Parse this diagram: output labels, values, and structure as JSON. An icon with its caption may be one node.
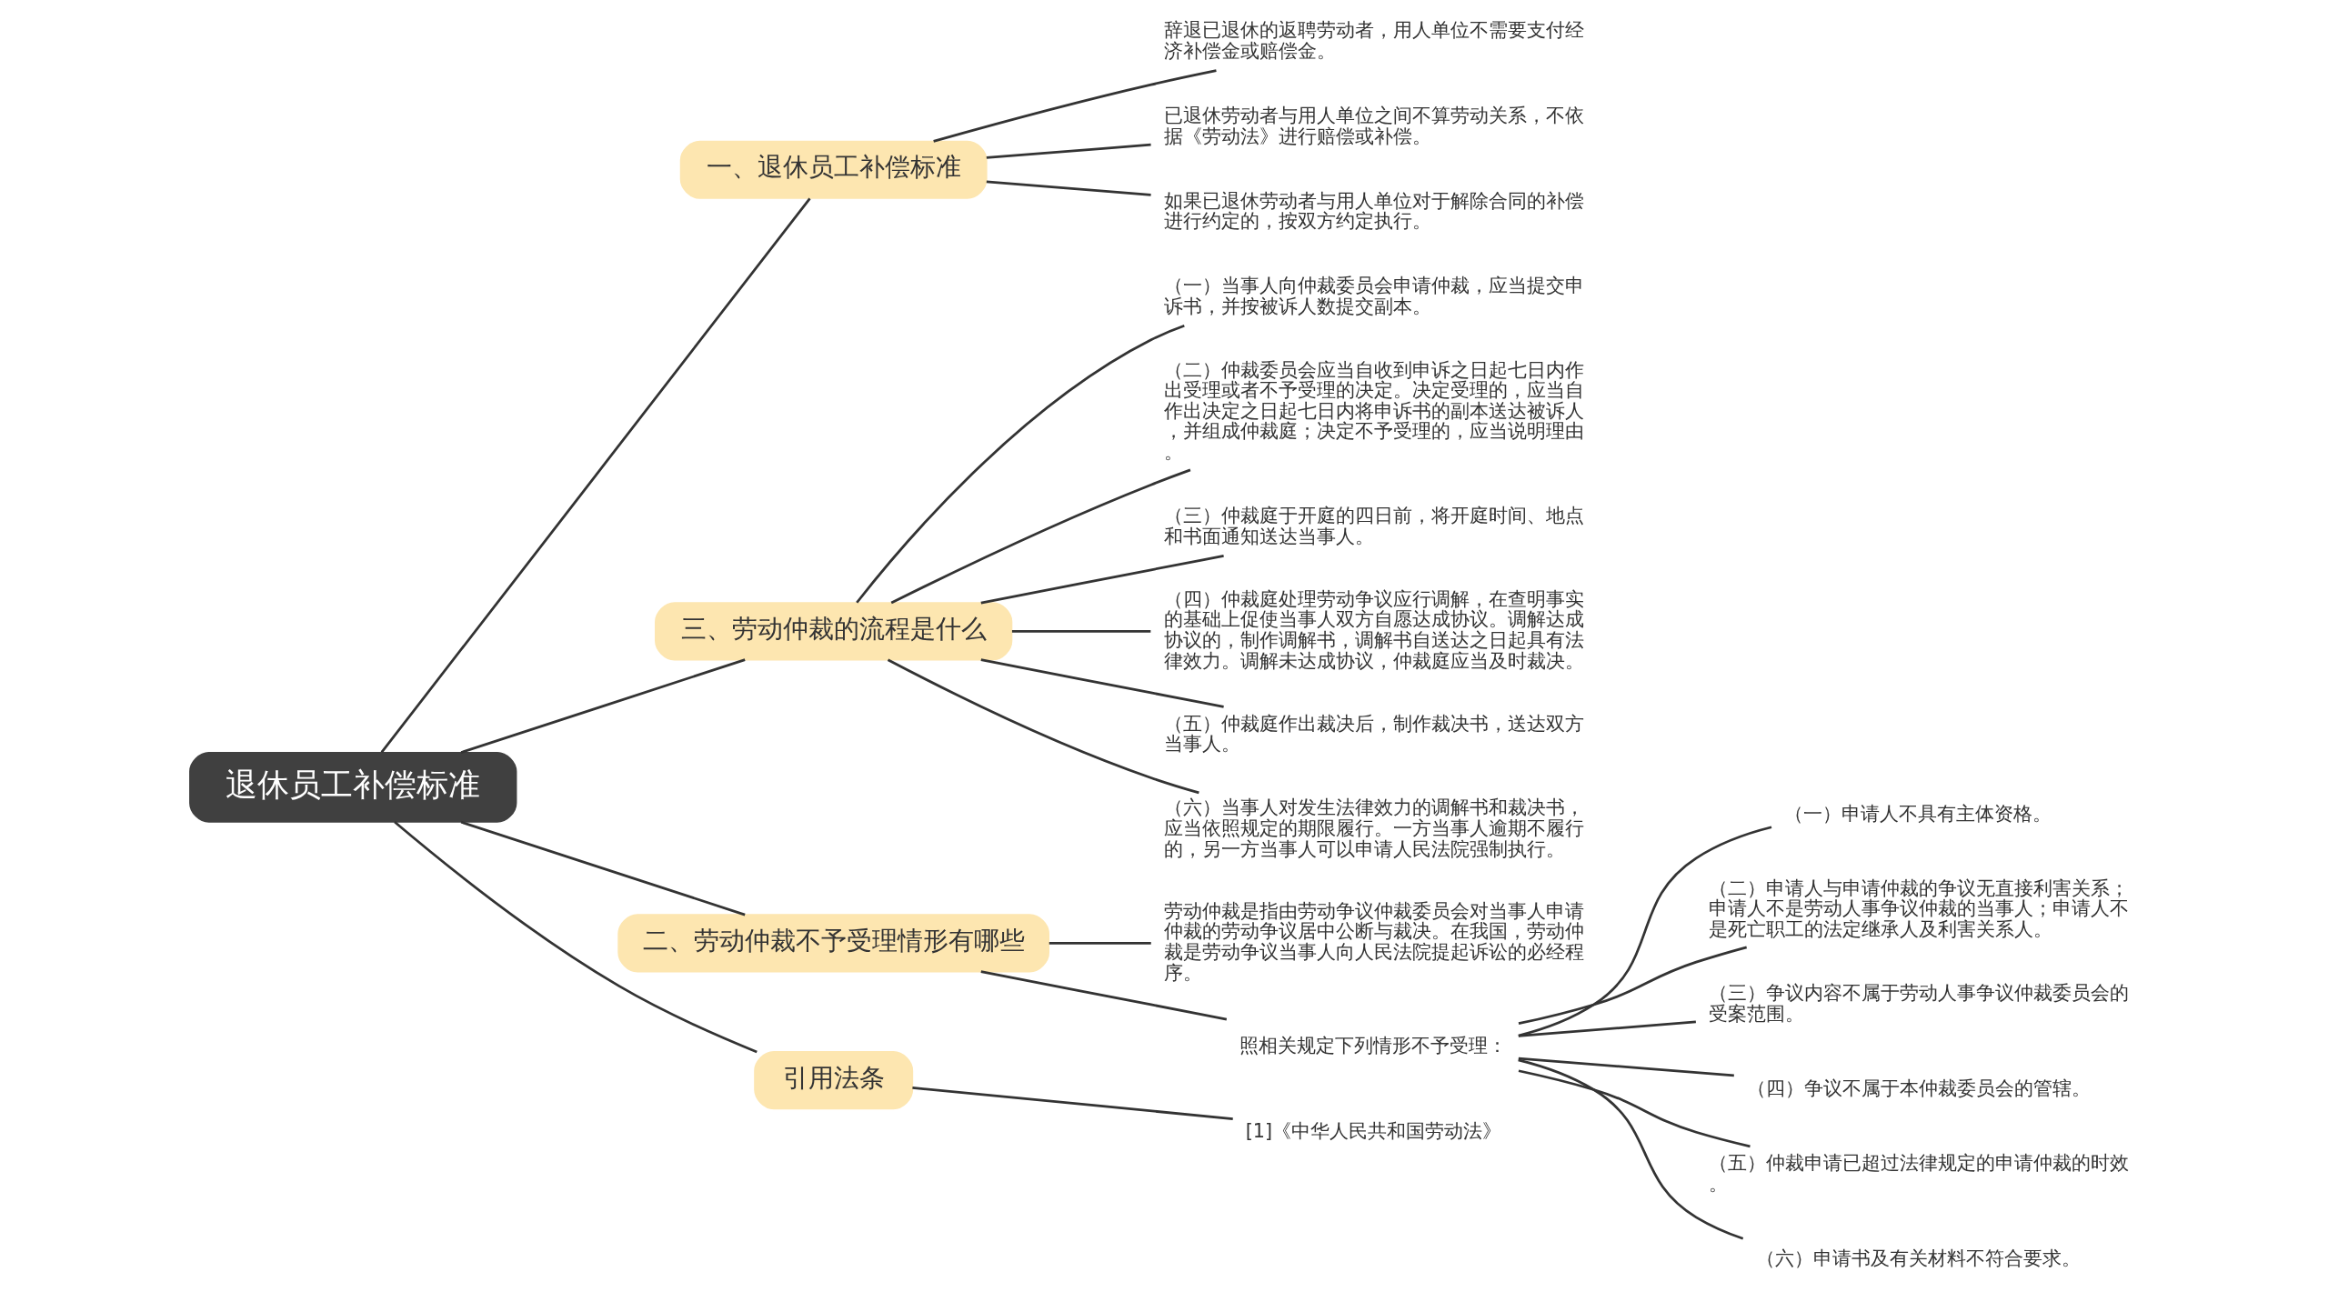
{
  "diagram": {
    "nodes": [
      {
        "text": [
          "退休员工补偿标准"
        ]
      },
      {
        "text": [
          "一、退休员工补偿标准"
        ]
      },
      {
        "text": [
          "辞退已退休的返聘劳动者，用人单位不需要支付经济补偿金或赔偿金。"
        ]
      },
      {
        "text": [
          "已退休劳动者与用人单位之间不算劳动关系，不依据《劳动法》进行赔偿或补偿。"
        ]
      },
      {
        "text": [
          "如果已退休劳动者与用人单位对于解除合同的补偿进行约定的，按双方约定执行。"
        ]
      },
      {
        "text": [
          "三、劳动仲裁的流程是什么"
        ]
      },
      {
        "text": [
          "（一）当事人向仲裁委员会申请仲裁，应当提交申诉书，并按被诉人数提交副本。"
        ]
      },
      {
        "text": [
          "（二）仲裁委员会应当自收到申诉之日起七日内作出受理或者不予受理的决定。决定受理的，应当自作出决定之日起七日内将申诉书的副本送达被诉人，并组成仲裁庭；决定不予受理的，应当说明理由。"
        ]
      },
      {
        "text": [
          "（三）仲裁庭于开庭的四日前，将开庭时间、地点和书面通知送达当事人。"
        ]
      },
      {
        "text": [
          "（四）仲裁庭处理劳动争议应行调解，在查明事实的基础上促使当事人双方自愿达成协议。调解达成协议的，制作调解书，调解书自送达之日起具有法律效力。调解未达成协议，仲裁庭应当及时裁决。"
        ]
      },
      {
        "text": [
          "（五）仲裁庭作出裁决后，制作裁决书，送达双方当事人。"
        ]
      },
      {
        "text": [
          "（六）当事人对发生法律效力的调解书和裁决书，应当依照规定的期限履行。一方当事人逾期不履行的，另一方当事人可以申请人民法院强制执行。"
        ]
      },
      {
        "text": [
          "二、劳动仲裁不予受理情形有哪些"
        ]
      },
      {
        "text": [
          "劳动仲裁是指由劳动争议仲裁委员会对当事人申请仲裁的劳动争议居中公断与裁决。在我国，劳动仲裁是劳动争议当事人向人民法院提起诉讼的必经程序。"
        ]
      },
      {
        "text": [
          "照相关规定下列情形不予受理："
        ]
      },
      {
        "text": [
          "（一）申请人不具有主体资格。"
        ]
      },
      {
        "text": [
          "（二）申请人与申请仲裁的争议无直接利害关系；申请人不是劳动人事争议仲裁的当事人；申请人不是死亡职工的法定继承人及利害关系人。"
        ]
      },
      {
        "text": [
          "（三）争议内容不属于劳动人事争议仲裁委员会的受案范围。"
        ]
      },
      {
        "text": [
          "（四）争议不属于本仲裁委员会的管辖。"
        ]
      },
      {
        "text": [
          "（五）仲裁申请已超过法律规定的申请仲裁的时效。"
        ]
      },
      {
        "text": [
          "（六）申请书及有关材料不符合要求。"
        ]
      },
      {
        "text": [
          "引用法条"
        ]
      },
      {
        "text": [
          "[1]《中华人民共和国劳动法》"
        ]
      }
    ],
    "edges": [
      {
        "from": 0,
        "to": 1,
        "arrow": "none"
      },
      {
        "from": 1,
        "to": 2,
        "arrow": "none"
      },
      {
        "from": 1,
        "to": 3,
        "arrow": "none"
      },
      {
        "from": 1,
        "to": 4,
        "arrow": "none"
      },
      {
        "from": 0,
        "to": 5,
        "arrow": "none"
      },
      {
        "from": 5,
        "to": 6,
        "arrow": "none"
      },
      {
        "from": 5,
        "to": 7,
        "arrow": "none"
      },
      {
        "from": 5,
        "to": 8,
        "arrow": "none"
      },
      {
        "from": 5,
        "to": 9,
        "arrow": "none"
      },
      {
        "from": 5,
        "to": 10,
        "arrow": "none"
      },
      {
        "from": 5,
        "to": 11,
        "arrow": "none"
      },
      {
        "from": 0,
        "to": 12,
        "arrow": "none"
      },
      {
        "from": 12,
        "to": 13,
        "arrow": "none"
      },
      {
        "from": 12,
        "to": 14,
        "arrow": "none"
      },
      {
        "from": 14,
        "to": 15,
        "arrow": "none"
      },
      {
        "from": 14,
        "to": 16,
        "arrow": "none"
      },
      {
        "from": 14,
        "to": 17,
        "arrow": "none"
      },
      {
        "from": 14,
        "to": 18,
        "arrow": "none"
      },
      {
        "from": 14,
        "to": 19,
        "arrow": "none"
      },
      {
        "from": 14,
        "to": 20,
        "arrow": "none"
      },
      {
        "from": 0,
        "to": 21,
        "arrow": "none"
      },
      {
        "from": 21,
        "to": 22,
        "arrow": "none"
      }
    ]
  }
}
